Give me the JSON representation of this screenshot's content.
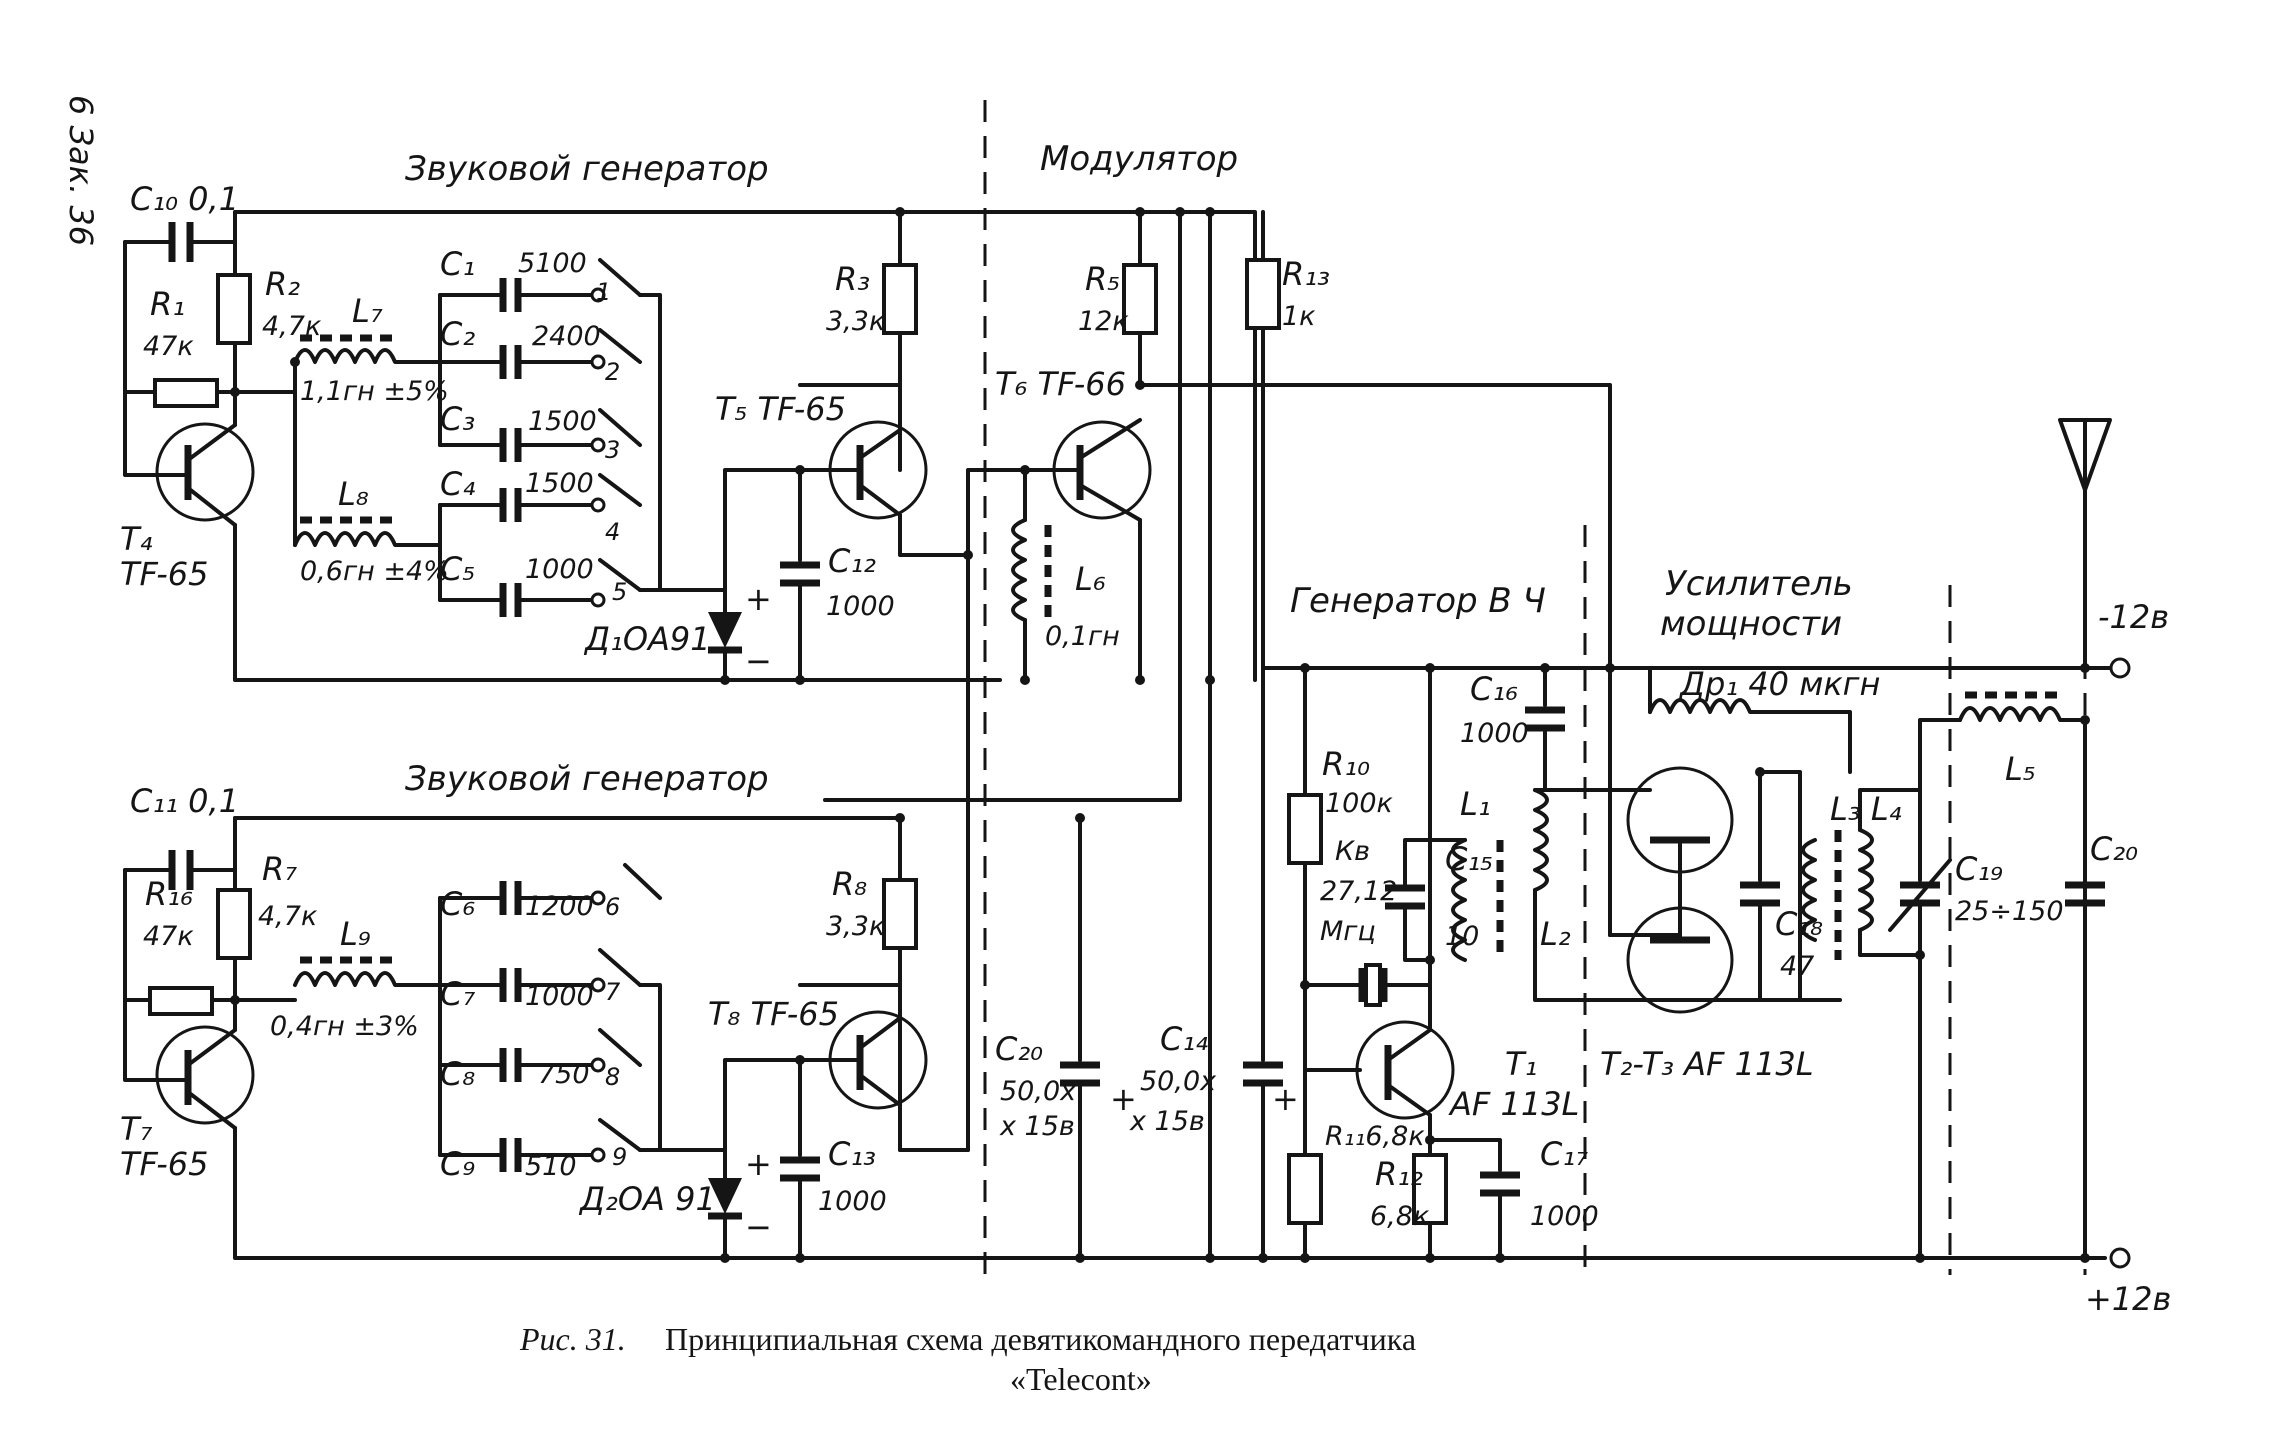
{
  "page_marker": "6 Зак. 36",
  "sections": {
    "audio_gen_1": "Звуковой генератор",
    "modulator": "Модулятор",
    "audio_gen_2": "Звуковой генератор",
    "rf_gen": "Генератор В Ч",
    "power_amp_1": "Усилитель",
    "power_amp_2": "мощности"
  },
  "labels": {
    "c10": "C₁₀ 0,1",
    "r1": "R₁",
    "r1v": "47к",
    "r2": "R₂",
    "r2v": "4,7к",
    "l7": "L₇",
    "l7v": "1,1гн ±5%",
    "l8": "L₈",
    "l8v": "0,6гн ±4%",
    "t4": "T₄",
    "t4v": "TF-65",
    "c1": "C₁",
    "c1v": "5100",
    "c2": "C₂",
    "c2v": "2400",
    "c3": "C₃",
    "c3v": "1500",
    "c4": "C₄",
    "c4v": "1500",
    "c5": "C₅",
    "c5v": "1000",
    "sw1": "1",
    "sw2": "2",
    "sw3": "3",
    "sw4": "4",
    "sw5": "5",
    "d1": "Д₁ОА91",
    "r3": "R₃",
    "r3v": "3,3к",
    "t5": "T₅ TF-65",
    "c12": "C₁₂",
    "c12v": "1000",
    "t6": "T₆ TF-66",
    "r5": "R₅",
    "r5v": "12к",
    "l6": "L₆",
    "l6v": "0,1гн",
    "r13": "R₁₃",
    "r13v": "1к",
    "c11": "C₁₁ 0,1",
    "r16": "R₁₆",
    "r16v": "47к",
    "r7": "R₇",
    "r7v": "4,7к",
    "l9": "L₉",
    "l9v": "0,4гн ±3%",
    "t7": "T₇",
    "t7v": "TF-65",
    "c6": "C₆",
    "c6v": "1200",
    "c7": "C₇",
    "c7v": "1000",
    "c8": "C₈",
    "c8v": "750",
    "c9": "C₉",
    "c9v": "510",
    "sw6": "6",
    "sw7": "7",
    "sw8": "8",
    "sw9": "9",
    "d2": "Д₂ОА 91",
    "r8": "R₈",
    "r8v": "3,3к",
    "t8": "T₈ TF-65",
    "c13": "C₁₃",
    "c13v": "1000",
    "c20a": "C₂₀",
    "c20av": "50,0х",
    "c20av2": "х 15в",
    "c14": "C₁₄",
    "c14v": "50,0х",
    "c14v2": "х 15в",
    "r10": "R₁₀",
    "r10v": "100к",
    "kv": "Кв",
    "kv2": "27,12",
    "kv3": "Мгц",
    "c15": "C₁₅",
    "c15v": "10",
    "l1": "L₁",
    "l2": "L₂",
    "c16": "C₁₆",
    "c16v": "1000",
    "t1": "T₁",
    "t1v": "AF 113L",
    "r11": "R₁₁6,8к",
    "r12": "R₁₂",
    "r12v": "6,8к",
    "c17": "C₁₇",
    "c17v": "1000",
    "dr1": "Др₁ 40 мкгн",
    "t23": "T₂-T₃ AF 113L",
    "c18": "C₁₈",
    "c18v": "47",
    "l3l4": "L₃ L₄",
    "c19": "C₁₉",
    "c19v": "25÷150",
    "c20b": "C₂₀",
    "l5": "L₅",
    "v_neg": "-12в",
    "v_pos": "+12в",
    "plus": "+",
    "minus": "−"
  },
  "caption": {
    "prefix": "Рис. 31.",
    "text": "Принципиальная схема девятикомандного передатчика",
    "name": "«Telecont»"
  }
}
